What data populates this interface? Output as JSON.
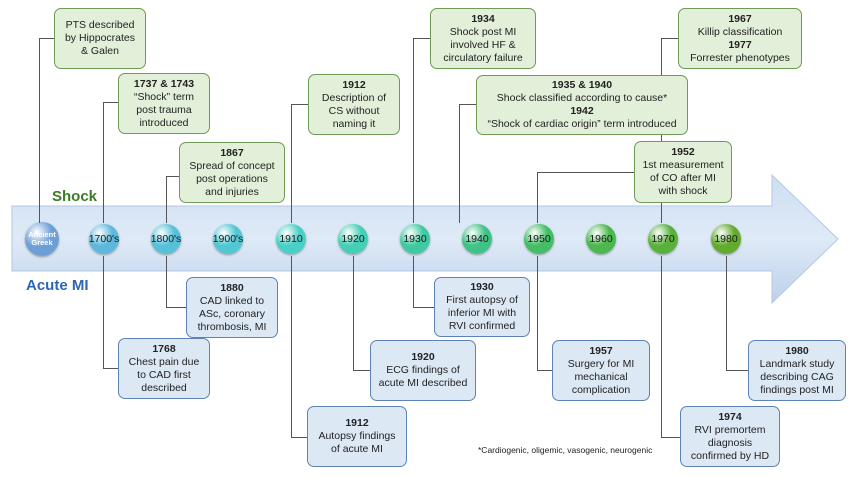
{
  "sections": {
    "top": "Shock",
    "bottom": "Acute MI"
  },
  "timeline": {
    "markers": [
      "Ancient Greek",
      "1700's",
      "1800's",
      "1900's",
      "1910",
      "1920",
      "1930",
      "1940",
      "1950",
      "1960",
      "1970",
      "1980"
    ],
    "colors": [
      "#6d9fd6",
      "#5db8dc",
      "#56c0d9",
      "#50c7d2",
      "#48cfc6",
      "#44cfb6",
      "#40c9a0",
      "#3fc285",
      "#44bd66",
      "#4cb74e",
      "#58b13b",
      "#63ab2f"
    ]
  },
  "shock_events": [
    {
      "title": "",
      "lines": [
        "PTS described",
        "by Hippocrates",
        "& Galen"
      ]
    },
    {
      "title": "1737 & 1743",
      "lines": [
        "“Shock” term",
        "post trauma",
        "introduced"
      ]
    },
    {
      "title": "1867",
      "lines": [
        "Spread of concept",
        "post operations",
        "and injuries"
      ]
    },
    {
      "title": "1912",
      "lines": [
        "Description of",
        "CS without",
        "naming it"
      ]
    },
    {
      "title": "1934",
      "lines": [
        "Shock post MI",
        "involved HF &",
        "circulatory failure"
      ]
    },
    {
      "title": "1935 & 1940",
      "lines": [
        "Shock classified according to cause*"
      ],
      "title2": "1942",
      "lines2": [
        "“Shock of cardiac origin” term introduced"
      ]
    },
    {
      "title": "1952",
      "lines": [
        "1st measurement",
        "of CO after MI",
        "with shock"
      ]
    },
    {
      "title": "1967",
      "lines": [
        "Killip classification"
      ],
      "title2": "1977",
      "lines2": [
        "Forrester phenotypes"
      ]
    }
  ],
  "mi_events": [
    {
      "title": "1768",
      "lines": [
        "Chest pain due",
        "to CAD first",
        "described"
      ]
    },
    {
      "title": "1880",
      "lines": [
        "CAD linked to",
        "ASc, coronary",
        "thrombosis, MI"
      ]
    },
    {
      "title": "1912",
      "lines": [
        "Autopsy findings",
        "of acute MI"
      ]
    },
    {
      "title": "1920",
      "lines": [
        "ECG findings of",
        "acute MI described"
      ]
    },
    {
      "title": "1930",
      "lines": [
        "First autopsy of",
        "inferior MI with",
        "RVI confirmed"
      ]
    },
    {
      "title": "1957",
      "lines": [
        "Surgery for MI",
        "mechanical",
        "complication"
      ]
    },
    {
      "title": "1974",
      "lines": [
        "RVI premortem",
        "diagnosis",
        "confirmed by HD"
      ]
    },
    {
      "title": "1980",
      "lines": [
        "Landmark study",
        "describing CAG",
        "findings post MI"
      ]
    }
  ],
  "footnote": "*Cardiogenic, oligemic, vasogenic, neurogenic",
  "colors": {
    "shock_fill": "#e2efd9",
    "shock_border": "#6e9b55",
    "mi_fill": "#dde8f5",
    "mi_border": "#5d83b4",
    "shock_label": "#3a7d22",
    "mi_label": "#2e66b3"
  }
}
